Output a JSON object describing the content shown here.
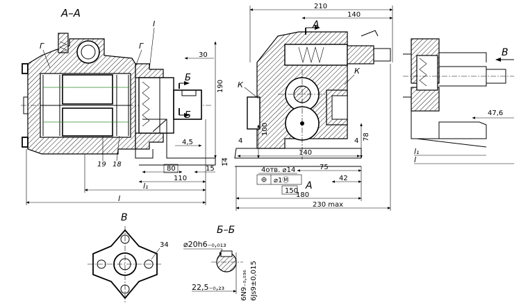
{
  "section_titles": {
    "aa": "А–А",
    "bb": "Б–Б",
    "v": "В"
  },
  "section_marks": {
    "a_top": "А",
    "a_bottom": "А",
    "b_upper": "Б",
    "b_lower": "Б",
    "v_arrow": "В"
  },
  "part_labels": {
    "g_left": "Г",
    "g_right": "Г",
    "i": "I",
    "k_left": "К",
    "k_right": "К",
    "p18": "18",
    "p19": "19"
  },
  "dimensions": {
    "d30": "30",
    "d190": "190",
    "d4_5": "4,5",
    "d14": "14",
    "d80": "80",
    "d15": "15",
    "d110": "110",
    "l1": "l₁",
    "l": "l",
    "d210": "210",
    "d140_top": "140",
    "d100": "100",
    "d78": "78",
    "d4_left": "4",
    "d4_right": "4",
    "d140_mid": "140",
    "holes": "4отв. ⌀14",
    "tol": "⌀1Ⓜ",
    "d75": "75",
    "d42": "42",
    "d150": "150",
    "d180": "180",
    "d230": "230 max",
    "d47_6": "47,6",
    "l1_right": "l₁",
    "l_right": "l",
    "d34": "34",
    "shaft_dia": "⌀20h6₋₀,₀₁₃",
    "d22_5": "22,5₋₀,₂₃",
    "key_n9": "6N9₋₀,₀₃₆",
    "key_jn9": "6Js9±0,015"
  }
}
